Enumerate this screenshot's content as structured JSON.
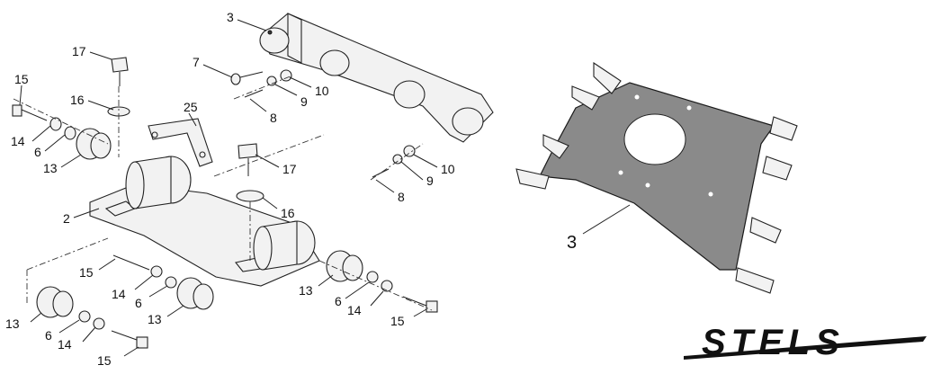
{
  "callouts": {
    "c17a": "17",
    "c16a": "16",
    "c15a": "15",
    "c14a": "14",
    "c6a": "6",
    "c13a": "13",
    "c25": "25",
    "c2": "2",
    "c3a": "3",
    "c7": "7",
    "c9a": "9",
    "c10a": "10",
    "c8a": "8",
    "c17b": "17",
    "c16b": "16",
    "c10b": "10",
    "c9b": "9",
    "c8b": "8",
    "c15b": "15",
    "c14b": "14",
    "c6b": "6",
    "c13b": "13",
    "c13c": "13",
    "c6c": "6",
    "c14c": "14",
    "c15c": "15",
    "c13d": "13",
    "c6d": "6",
    "c14d": "14",
    "c15d": "15",
    "c3b": "3"
  },
  "brand": {
    "logo": "STELS"
  }
}
